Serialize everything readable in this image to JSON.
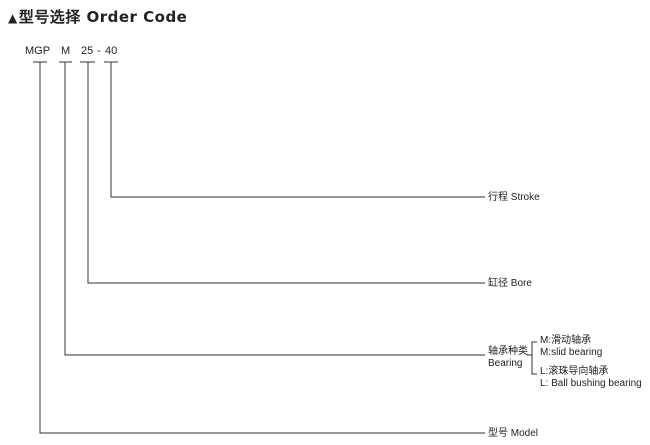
{
  "title": {
    "marker": "▲",
    "text": "型号选择 Order Code"
  },
  "code": {
    "model": "MGP",
    "bearing": "M",
    "bore": "25",
    "dash": "-",
    "stroke": "40"
  },
  "labels": {
    "stroke": "行程 Stroke",
    "bore": "缸径 Bore",
    "bearing_cn": "轴承种类",
    "bearing_en": "Bearing",
    "model": "型号 Model"
  },
  "bearing_options": [
    {
      "line1": "M:滑动轴承",
      "line2": "M:slid bearing"
    },
    {
      "line1": "L:滚珠导向轴承",
      "line2": "L: Ball bushing bearing"
    }
  ]
}
